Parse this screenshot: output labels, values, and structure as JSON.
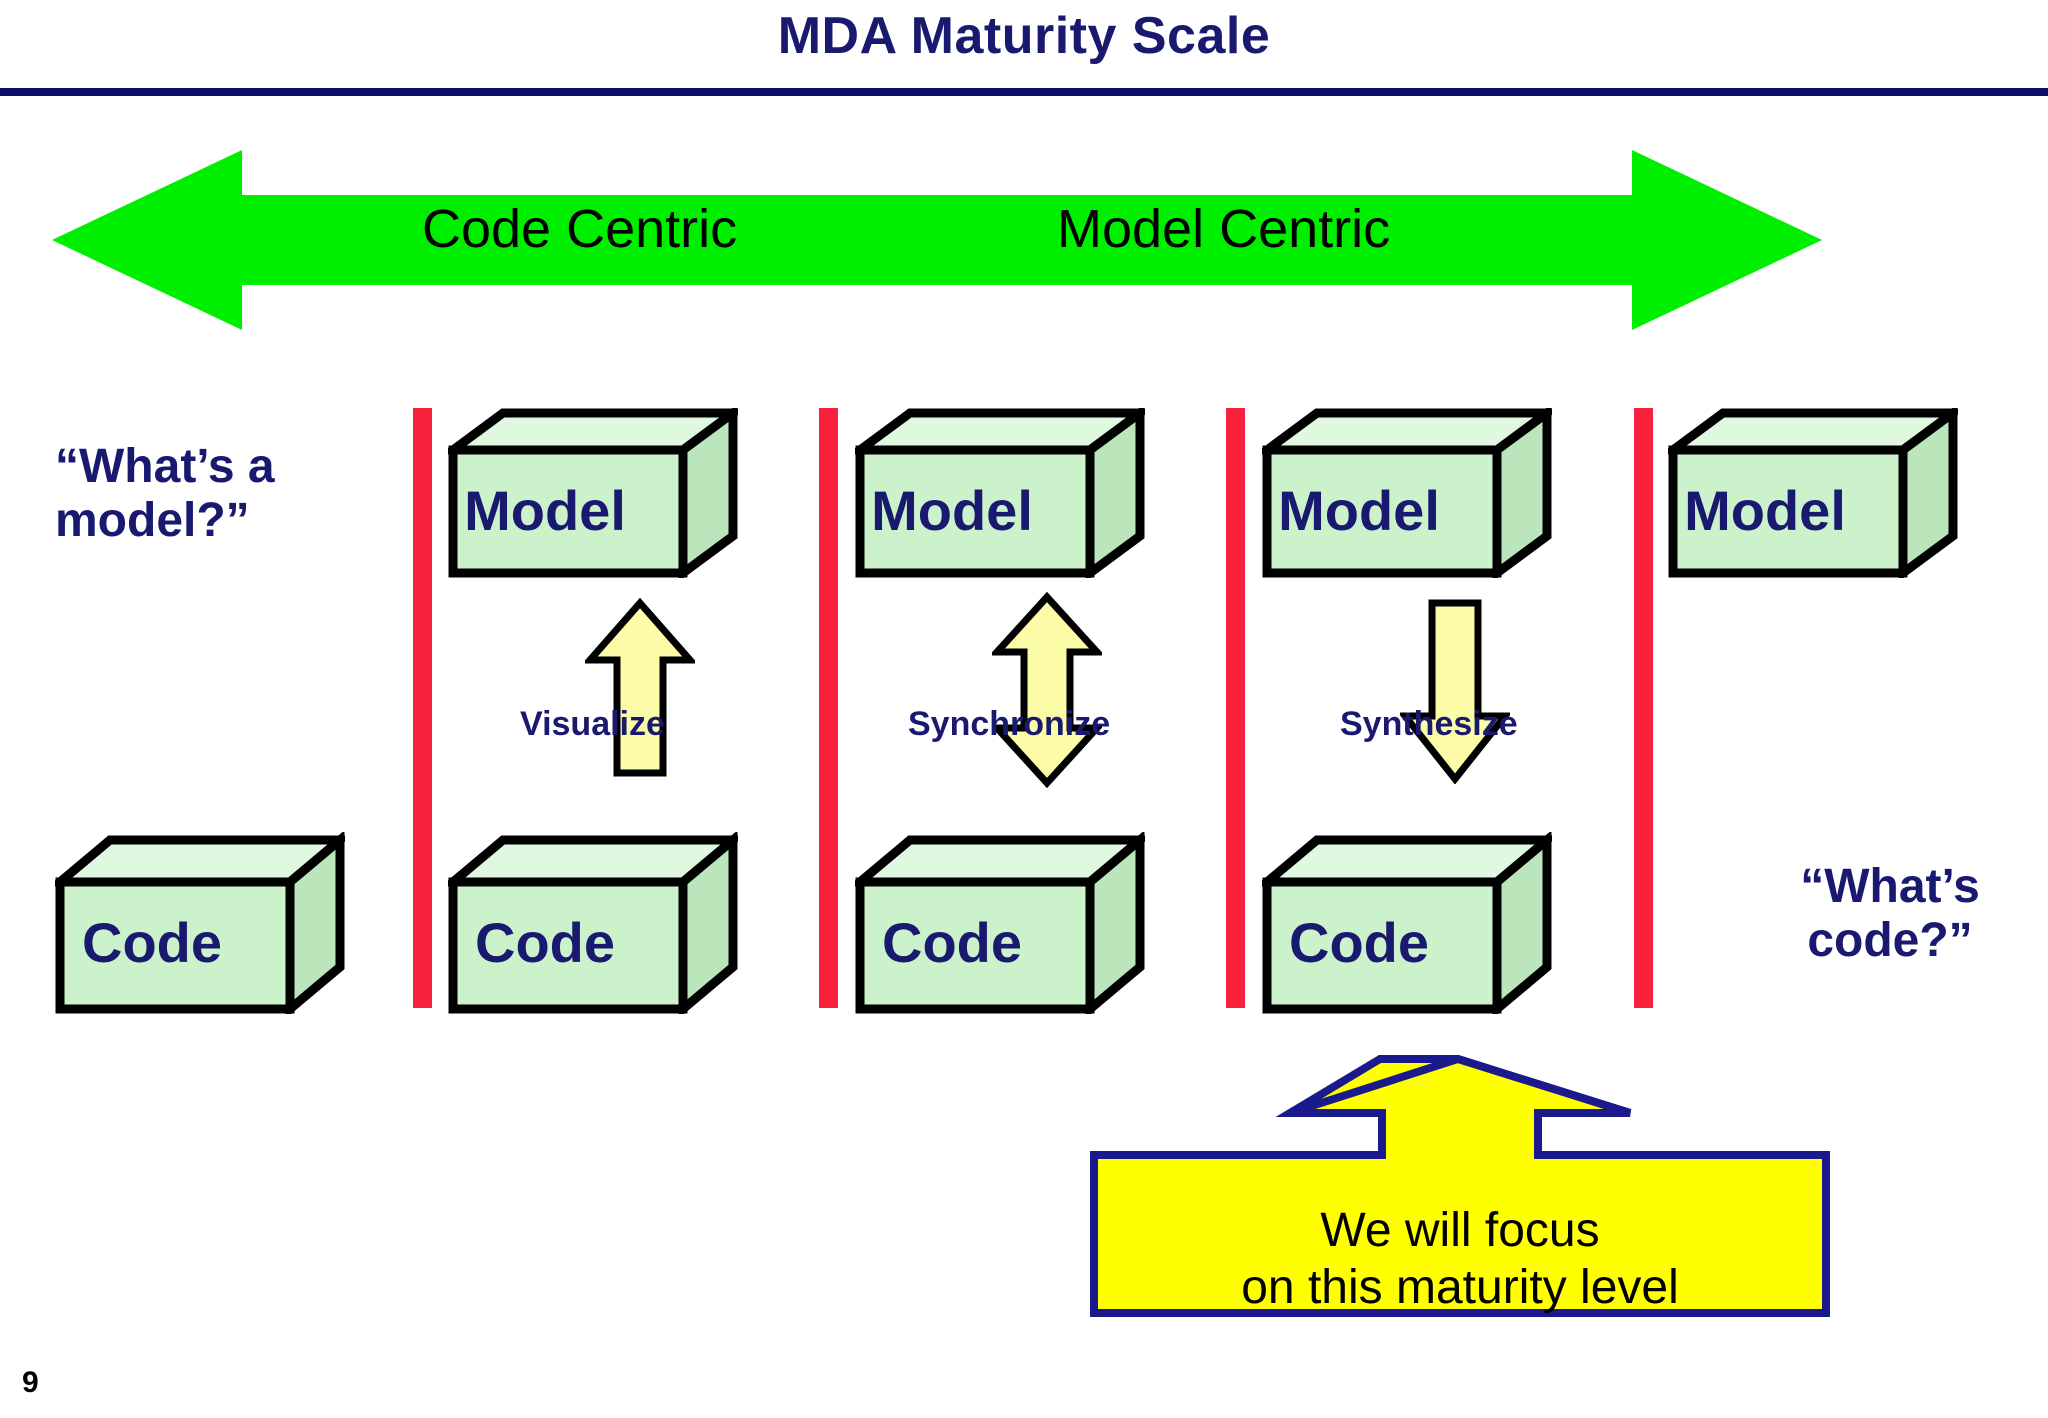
{
  "slide": {
    "title": "MDA Maturity Scale",
    "page_number": "9"
  },
  "scale": {
    "left_label": "Code Centric",
    "right_label": "Model Centric",
    "arrow_color": "#00EE00",
    "direction": "double"
  },
  "side_quotes": {
    "left": "“What’s a\nmodel?”",
    "right": "“What’s\ncode?”"
  },
  "divider_color": "#F8213C",
  "box_colors": {
    "front": "#CCF2CC",
    "top": "#E0F8E0",
    "side": "#BBE6BB",
    "outline": "#000000",
    "text": "#191970"
  },
  "arrow_colors": {
    "fill": "#FBFBA8",
    "outline": "#000000",
    "label": "#191970"
  },
  "levels": [
    {
      "id": "level-0",
      "name": "code-only",
      "model_box": null,
      "code_box": "Code",
      "transform": null
    },
    {
      "id": "level-1",
      "name": "visualize",
      "model_box": "Model",
      "code_box": "Code",
      "transform": {
        "label": "Visualize",
        "direction": "up"
      }
    },
    {
      "id": "level-2",
      "name": "synchronize",
      "model_box": "Model",
      "code_box": "Code",
      "transform": {
        "label": "Synchronize",
        "direction": "both"
      }
    },
    {
      "id": "level-3",
      "name": "synthesize",
      "model_box": "Model",
      "code_box": "Code",
      "transform": {
        "label": "Synthesize",
        "direction": "down"
      }
    },
    {
      "id": "level-4",
      "name": "model-only",
      "model_box": "Model",
      "code_box": null,
      "transform": null
    }
  ],
  "callout": {
    "text": "We will focus\non this maturity level",
    "fill": "#FFFF00",
    "border": "#1A1A8C"
  }
}
